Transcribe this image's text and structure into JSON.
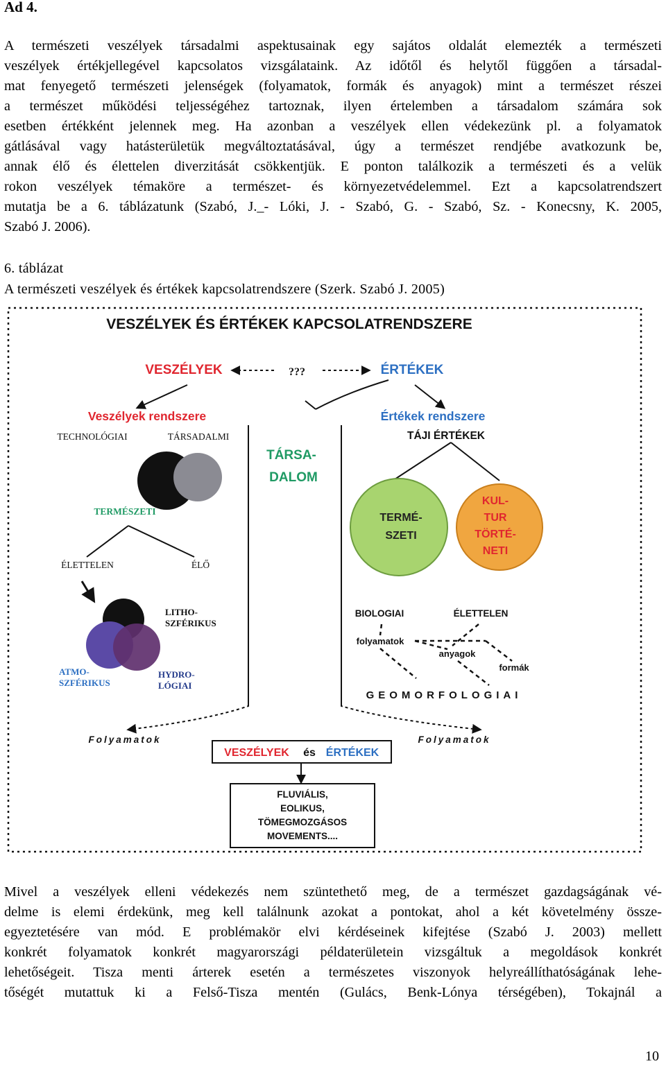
{
  "page": {
    "heading": "Ad 4.",
    "page_number": "10"
  },
  "paragraph1": [
    "A természeti veszélyek társadalmi aspektusainak egy sajátos oldalát elemezték a természeti",
    "veszélyek értékjellegével kapcsolatos vizsgálataink. Az időtől és helytől függően a társadal-",
    "mat fenyegető természeti jelenségek (folyamatok, formák és anyagok) mint a természet részei",
    "a természet működési teljességéhez tartoznak, ilyen értelemben a társadalom számára sok",
    "esetben értékként jelennek meg. Ha azonban a veszélyek ellen védekezünk pl. a folyamatok",
    "gátlásával vagy hatásterületük megváltoztatásával, úgy a természet rendjébe avatkozunk be,",
    "annak élő és élettelen diverzitását csökkentjük. E ponton találkozik a természeti és a velük",
    "rokon veszélyek témaköre a természet- és környezetvédelemmel. Ezt a kapcsolatrendszert",
    "mutatja be a 6. táblázatunk (Szabó, J._- Lóki, J. - Szabó, G. - Szabó, Sz. - Konecsny, K. 2005,",
    "Szabó J. 2006)."
  ],
  "table_caption": {
    "number": "6. táblázat",
    "title": "A természeti veszélyek és értékek kapcsolatrendszere (Szerk. Szabó J. 2005)"
  },
  "diagram": {
    "title": "VESZÉLYEK ÉS ÉRTÉKEK KAPCSOLATRENDSZERE",
    "hazards": "VESZÉLYEK",
    "question": "???",
    "values": "ÉRTÉKEK",
    "hazard_system": "Veszélyek rendszere",
    "value_system": "Értékek rendszere",
    "technological": "TECHNOLÓGIAI",
    "social": "TÁRSADALMI",
    "society_1": "TÁRSA-",
    "society_2": "DALOM",
    "landscape_values": "TÁJI ÉRTÉKEK",
    "natural": "TERMÉSZETI",
    "natural_circle_1": "TERMÉ-",
    "natural_circle_2": "SZETI",
    "cultural_1": "KUL-",
    "cultural_2": "TUR",
    "cultural_3": "TÖRTÉ-",
    "cultural_4": "NETI",
    "lifeless": "ÉLETTELEN",
    "living": "ÉLŐ",
    "litho_1": "LITHO-",
    "litho_2": "SZFÉRIKUS",
    "atmo_1": "ATMO-",
    "atmo_2": "SZFÉRIKUS",
    "hydro_1": "HYDRO-",
    "hydro_2": "LÓGIAI",
    "biological": "BIOLOGIAI",
    "lifeless_right": "ÉLETTELEN",
    "processes_small": "folyamatok",
    "materials": "anyagok",
    "forms": "formák",
    "geomorph": "GEOMORFOLOGIAI",
    "processes_left": "Folyamatok",
    "processes_right": "Folyamatok",
    "bottom_hazards": "VESZÉLYEK",
    "bottom_and": "és",
    "bottom_values": "ÉRTÉKEK",
    "box_1": "FLUVIÁLIS,",
    "box_2": "EOLIKUS,",
    "box_3": "TÖMEGMOZGÁSOS",
    "box_4": "MOVEMENTS....",
    "colors": {
      "red": "#e0262f",
      "blue": "#2c6fc2",
      "green": "#1f9a64",
      "navy": "#233a8a",
      "green_circle": "#a8d46f",
      "orange_circle": "#f0a640",
      "purple_circle": "#60306e",
      "violet_circle": "#5b4aa6",
      "gray_circle": "#8b8b93"
    }
  },
  "paragraph2": [
    "Mivel a veszélyek elleni védekezés nem szüntethető meg, de a természet gazdagságának vé-",
    "delme is elemi érdekünk, meg kell találnunk azokat a pontokat, ahol a két követelmény össze-",
    "egyeztetésére van mód. E problémakör elvi kérdéseinek kifejtése (Szabó J. 2003) mellett",
    "konkrét folyamatok konkrét magyarországi példaterületein vizsgáltuk a megoldások konkrét",
    "lehetőségeit. Tisza menti árterek esetén a természetes viszonyok helyreállíthatóságának lehe-",
    "tőségét mutattuk ki a Felső-Tisza mentén (Gulács, Benk-Lónya térségében), Tokajnál a"
  ]
}
